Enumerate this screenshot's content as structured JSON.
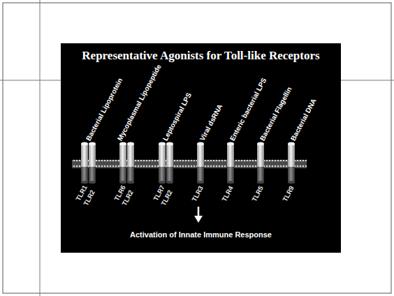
{
  "diagram": {
    "title": "Representative Agonists for Toll-like Receptors",
    "labels": [
      "Bacterial Lipoprotein",
      "Mycoplasmal Lipopeptide",
      "Leptospiral LPS",
      "Viral dsRNA",
      "Enteric bacterial LPS",
      "Bacterial Flagellin",
      "Bacterial DNA",
      "TLR1",
      "TLR2",
      "TLR6",
      "TLR2",
      "TLR7",
      "TLR2",
      "TLR3",
      "TLR4",
      "TLR5",
      "TLR9",
      "Activation of Innate Immune Response"
    ]
  }
}
